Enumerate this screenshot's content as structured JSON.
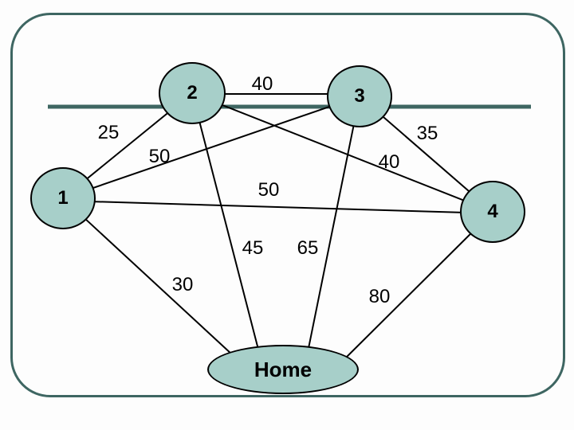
{
  "diagram": {
    "type": "weighted-graph",
    "node_count": 5,
    "edge_count": 10
  },
  "nodes": [
    {
      "id": "1",
      "label": "1"
    },
    {
      "id": "2",
      "label": "2"
    },
    {
      "id": "3",
      "label": "3"
    },
    {
      "id": "4",
      "label": "4"
    },
    {
      "id": "home",
      "label": "Home"
    }
  ],
  "edges": [
    {
      "from": "2",
      "to": "3",
      "weight": "40"
    },
    {
      "from": "1",
      "to": "2",
      "weight": "25"
    },
    {
      "from": "1",
      "to": "3",
      "weight": "50"
    },
    {
      "from": "3",
      "to": "4",
      "weight": "35"
    },
    {
      "from": "2",
      "to": "4",
      "weight": "40"
    },
    {
      "from": "1",
      "to": "4",
      "weight": "50"
    },
    {
      "from": "2",
      "to": "home",
      "weight": "45"
    },
    {
      "from": "3",
      "to": "home",
      "weight": "65"
    },
    {
      "from": "1",
      "to": "home",
      "weight": "30"
    },
    {
      "from": "4",
      "to": "home",
      "weight": "80"
    }
  ],
  "colors": {
    "node_fill": "#a7cfc9",
    "node_border": "#000000",
    "edge_line": "#000000",
    "frame_border": "#3e6662",
    "divider_rule": "#3e6662",
    "background": "#fdfdfd"
  }
}
